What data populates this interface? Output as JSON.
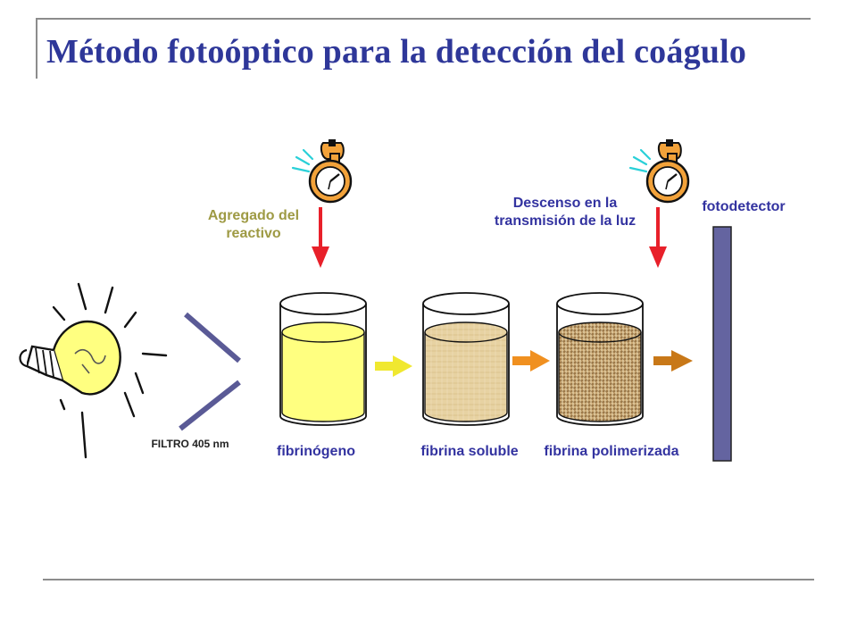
{
  "title": "Método fotoóptico para la detección del coágulo",
  "labels": {
    "reagent": "Agregado del reactivo",
    "descent": "Descenso en la transmisión de la luz",
    "photodetector": "fotodetector",
    "filter": "FILTRO 405 nm",
    "fibrinogen": "fibrinógeno",
    "soluble_fibrin": "fibrina soluble",
    "polymerized_fibrin": "fibrina polimerizada"
  },
  "colors": {
    "title": "#2e3799",
    "label_blue": "#3333a0",
    "label_olive": "#9e9a44",
    "arrow_red": "#e8202a",
    "fibrinogen_liquid": "#ffff80",
    "soluble_liquid": "#e6cf9c",
    "polymer_liquid": "#c9a872",
    "photodetector": "#6464a0",
    "arrow_yellow": "#f0e830",
    "arrow_orange": "#f09020",
    "arrow_brown": "#c87818"
  },
  "icons": [
    "light-bulb-icon",
    "stopwatch-icon",
    "stopwatch-icon"
  ]
}
